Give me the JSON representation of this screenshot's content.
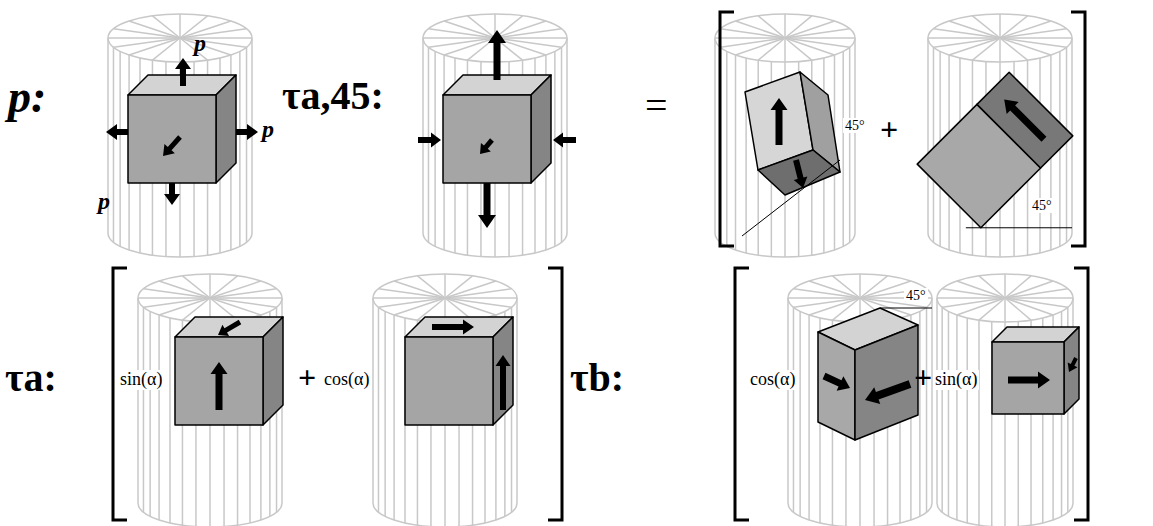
{
  "diagram": {
    "labels": [
      "p:",
      "p",
      "p",
      "p",
      "τa,45:",
      "=",
      "45°",
      "+",
      "45°",
      "τa:",
      "sin(α)",
      "+",
      "cos(α)",
      "τb:",
      "cos(α)",
      "45°",
      "+",
      "sin(α)"
    ]
  }
}
